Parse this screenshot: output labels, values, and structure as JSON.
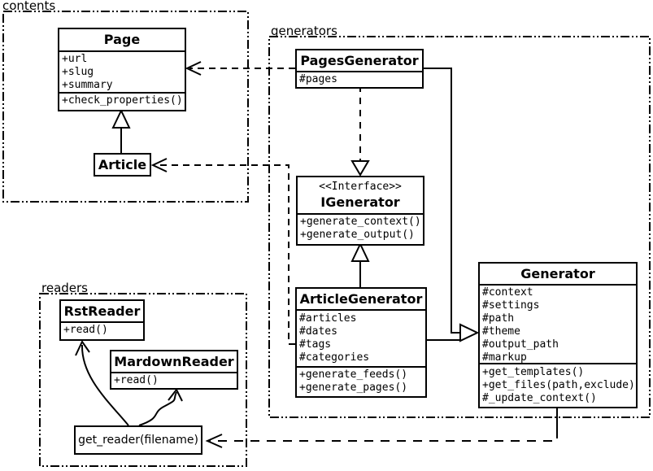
{
  "diagram": {
    "packages": {
      "contents": {
        "label": "contents"
      },
      "generators": {
        "label": "generators"
      },
      "readers": {
        "label": "readers"
      }
    },
    "classes": {
      "page": {
        "title": "Page",
        "attributes": [
          "+url",
          "+slug",
          "+summary"
        ],
        "methods": [
          "+check_properties()"
        ]
      },
      "article": {
        "title": "Article"
      },
      "pages_generator": {
        "title": "PagesGenerator",
        "attributes": [
          "#pages"
        ]
      },
      "igenerator": {
        "stereotype": "<<Interface>>",
        "title": "IGenerator",
        "methods": [
          "+generate_context()",
          "+generate_output()"
        ]
      },
      "article_generator": {
        "title": "ArticleGenerator",
        "attributes": [
          "#articles",
          "#dates",
          "#tags",
          "#categories"
        ],
        "methods": [
          "+generate_feeds()",
          "+generate_pages()"
        ]
      },
      "generator": {
        "title": "Generator",
        "attributes": [
          "#context",
          "#settings",
          "#path",
          "#theme",
          "#output_path",
          "#markup"
        ],
        "methods": [
          "+get_templates()",
          "+get_files(path,exclude)",
          "#_update_context()"
        ]
      },
      "rst_reader": {
        "title": "RstReader",
        "methods": [
          "+read()"
        ]
      },
      "mardown_reader": {
        "title": "MardownReader",
        "methods": [
          "+read()"
        ]
      },
      "get_reader": {
        "title": "get_reader(filename)"
      }
    },
    "relationships": [
      {
        "from": "Article",
        "to": "Page",
        "type": "inheritance-solid-hollow-triangle"
      },
      {
        "from": "PagesGenerator",
        "to": "Page",
        "type": "dependency-dashed-open-arrow"
      },
      {
        "from": "PagesGenerator",
        "to": "IGenerator",
        "type": "realization-dashed-hollow-triangle"
      },
      {
        "from": "ArticleGenerator",
        "to": "IGenerator",
        "type": "inheritance-solid-hollow-triangle"
      },
      {
        "from": "ArticleGenerator",
        "to": "Article",
        "type": "dependency-dashed-open-arrow"
      },
      {
        "from": "PagesGenerator",
        "to": "Generator",
        "type": "inheritance-solid-hollow-triangle"
      },
      {
        "from": "ArticleGenerator",
        "to": "Generator",
        "type": "inheritance-solid-hollow-triangle"
      },
      {
        "from": "Generator",
        "to": "get_reader(filename)",
        "type": "dependency-dashed-open-arrow"
      },
      {
        "from": "get_reader(filename)",
        "to": "RstReader",
        "type": "curved-open-arrow"
      },
      {
        "from": "get_reader(filename)",
        "to": "MardownReader",
        "type": "curved-open-arrow"
      }
    ],
    "colors": {
      "stroke": "#000000",
      "fill": "#ffffff"
    }
  }
}
